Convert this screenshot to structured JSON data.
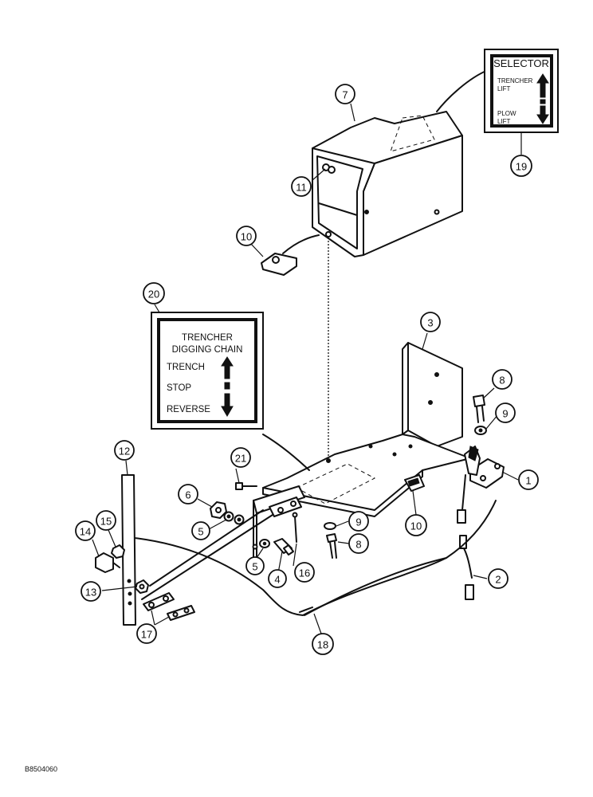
{
  "decal_selector": {
    "title": "SELECTOR",
    "up_line1": "TRENCHER",
    "up_line2": "LIFT",
    "down_line1": "PLOW",
    "down_line2": "LIFT"
  },
  "decal_trencher": {
    "title_line1": "TRENCHER",
    "title_line2": "DIGGING CHAIN",
    "row1": "TRENCH",
    "row2": "STOP",
    "row3": "REVERSE"
  },
  "callouts": [
    {
      "id": "callout-1",
      "label": "1"
    },
    {
      "id": "callout-2",
      "label": "2"
    },
    {
      "id": "callout-3",
      "label": "3"
    },
    {
      "id": "callout-4",
      "label": "4"
    },
    {
      "id": "callout-5a",
      "label": "5"
    },
    {
      "id": "callout-5b",
      "label": "5"
    },
    {
      "id": "callout-6",
      "label": "6"
    },
    {
      "id": "callout-7",
      "label": "7"
    },
    {
      "id": "callout-8a",
      "label": "8"
    },
    {
      "id": "callout-8b",
      "label": "8"
    },
    {
      "id": "callout-9a",
      "label": "9"
    },
    {
      "id": "callout-9b",
      "label": "9"
    },
    {
      "id": "callout-10a",
      "label": "10"
    },
    {
      "id": "callout-10b",
      "label": "10"
    },
    {
      "id": "callout-11",
      "label": "11"
    },
    {
      "id": "callout-12",
      "label": "12"
    },
    {
      "id": "callout-13",
      "label": "13"
    },
    {
      "id": "callout-14",
      "label": "14"
    },
    {
      "id": "callout-15",
      "label": "15"
    },
    {
      "id": "callout-16",
      "label": "16"
    },
    {
      "id": "callout-17",
      "label": "17"
    },
    {
      "id": "callout-18",
      "label": "18"
    },
    {
      "id": "callout-19",
      "label": "19"
    },
    {
      "id": "callout-20",
      "label": "20"
    },
    {
      "id": "callout-21",
      "label": "21"
    }
  ],
  "document_id": "B8504060"
}
